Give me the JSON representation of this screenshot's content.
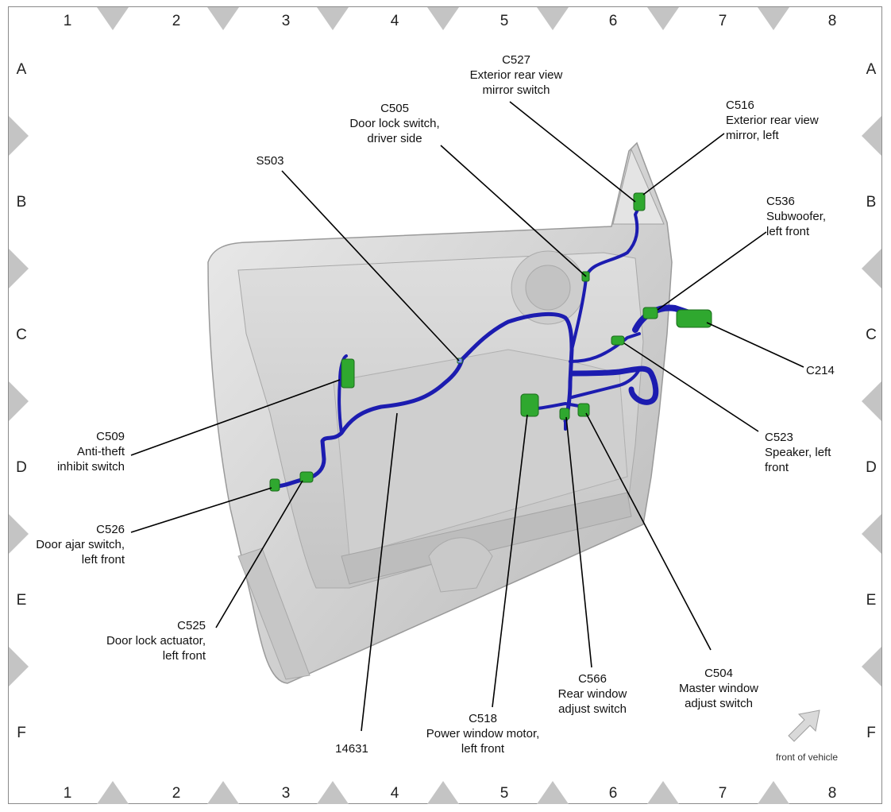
{
  "grid": {
    "columns": [
      "1",
      "2",
      "3",
      "4",
      "5",
      "6",
      "7",
      "8"
    ],
    "rows": [
      "A",
      "B",
      "C",
      "D",
      "E",
      "F"
    ]
  },
  "callouts": {
    "c527": {
      "code": "C527",
      "lines": [
        "Exterior rear view",
        "mirror switch"
      ]
    },
    "c505": {
      "code": "C505",
      "lines": [
        "Door lock switch,",
        "driver side"
      ]
    },
    "c516": {
      "code": "C516",
      "lines": [
        "Exterior rear view",
        "mirror, left"
      ]
    },
    "s503": {
      "code": "S503",
      "lines": []
    },
    "c536": {
      "code": "C536",
      "lines": [
        "Subwoofer,",
        "left front"
      ]
    },
    "c214": {
      "code": "C214",
      "lines": []
    },
    "c509": {
      "code": "C509",
      "lines": [
        "Anti-theft",
        "inhibit switch"
      ]
    },
    "c523": {
      "code": "C523",
      "lines": [
        "Speaker, left",
        "front"
      ]
    },
    "c526": {
      "code": "C526",
      "lines": [
        "Door ajar switch,",
        "left front"
      ]
    },
    "c525": {
      "code": "C525",
      "lines": [
        "Door lock actuator,",
        "left front"
      ]
    },
    "c504": {
      "code": "C504",
      "lines": [
        "Master window",
        "adjust switch"
      ]
    },
    "c566": {
      "code": "C566",
      "lines": [
        "Rear window",
        "adjust switch"
      ]
    },
    "c518": {
      "code": "C518",
      "lines": [
        "Power window motor,",
        "left front"
      ]
    },
    "h14631": {
      "code": "14631",
      "lines": []
    }
  },
  "orientation": {
    "label": "front of vehicle",
    "icon": "arrow-up-right-icon"
  },
  "colors": {
    "harness": "#1c1cb0",
    "connector": "#2fa82f",
    "door_panel": "#d6d6d6",
    "marker": "#c4c4c4"
  }
}
